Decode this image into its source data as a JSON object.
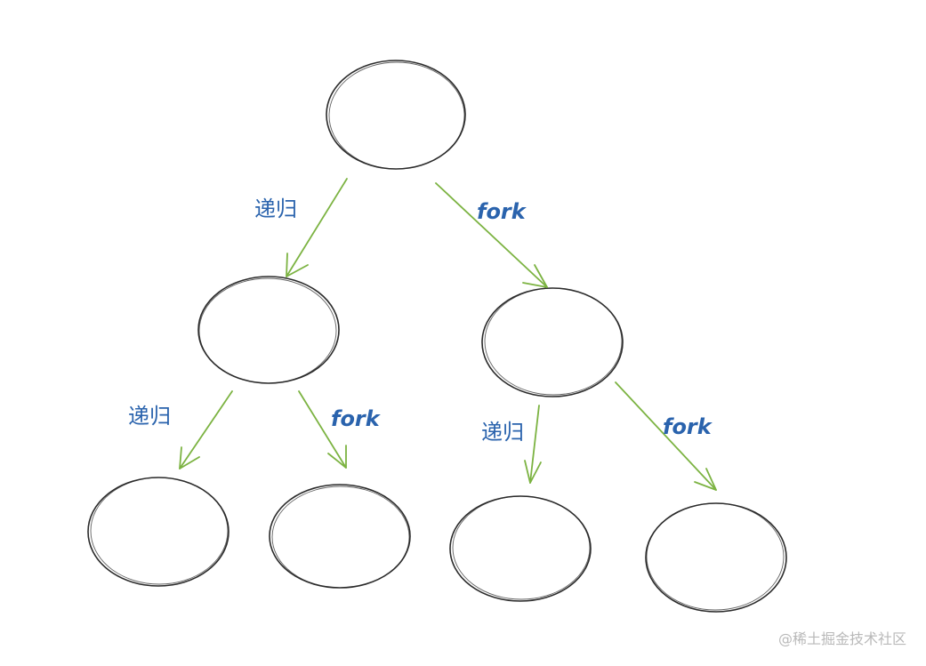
{
  "diagram": {
    "nodes": [
      {
        "id": "root",
        "label": ""
      },
      {
        "id": "left",
        "label": ""
      },
      {
        "id": "right",
        "label": ""
      },
      {
        "id": "left-left",
        "label": ""
      },
      {
        "id": "left-right",
        "label": ""
      },
      {
        "id": "right-left",
        "label": ""
      },
      {
        "id": "right-right",
        "label": ""
      }
    ],
    "edges": [
      {
        "from": "root",
        "to": "left",
        "label": "递归"
      },
      {
        "from": "root",
        "to": "right",
        "label": "fork"
      },
      {
        "from": "left",
        "to": "left-left",
        "label": "递归"
      },
      {
        "from": "left",
        "to": "left-right",
        "label": "fork"
      },
      {
        "from": "right",
        "to": "right-left",
        "label": "递归"
      },
      {
        "from": "right",
        "to": "right-right",
        "label": "fork"
      }
    ],
    "colors": {
      "node_stroke": "#2b2b2b",
      "edge": "#7cb342",
      "label": "#2a63ad",
      "watermark": "#b9b9b9"
    }
  },
  "watermark": "@稀土掘金技术社区"
}
